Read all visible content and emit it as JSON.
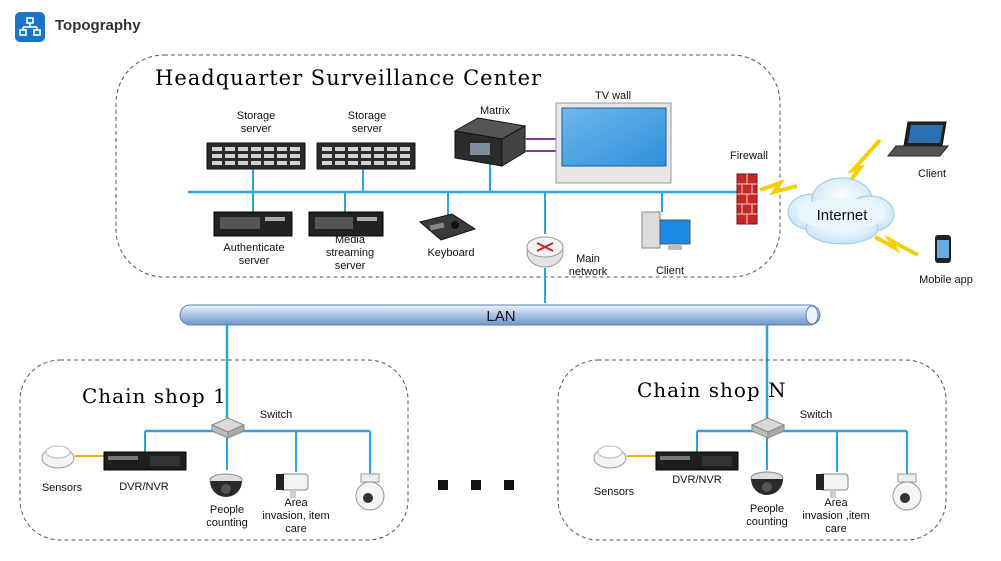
{
  "header": {
    "title": "Topography"
  },
  "headquarter": {
    "title": "Headquarter Surveillance Center",
    "storage_label": "Storage\nserver",
    "matrix_label": "Matrix",
    "tvwall_label": "TV wall",
    "firewall_label": "Firewall",
    "auth_label": "Authenticate\nserver",
    "media_label": "Media\nstreaming\nserver",
    "keyboard_label": "Keyboard",
    "router_label": "Main\nnetwork",
    "client_label": "Client"
  },
  "internet": {
    "cloud_label": "Internet",
    "client_label": "Client",
    "mobile_label": "Mobile app"
  },
  "lan": {
    "label": "LAN"
  },
  "shops": [
    {
      "title": "Chain shop 1",
      "switch_label": "Switch",
      "sensors_label": "Sensors",
      "dvr_label": "DVR/NVR",
      "people_label": "People\ncounting",
      "area_label": "Area\ninvasion, item\ncare"
    },
    {
      "title": "Chain shop N",
      "switch_label": "Switch",
      "sensors_label": "Sensors",
      "dvr_label": "DVR/NVR",
      "people_label": "People\ncounting",
      "area_label": "Area\ninvasion ,item\ncare"
    }
  ],
  "ellipsis": "■ ■ ■"
}
